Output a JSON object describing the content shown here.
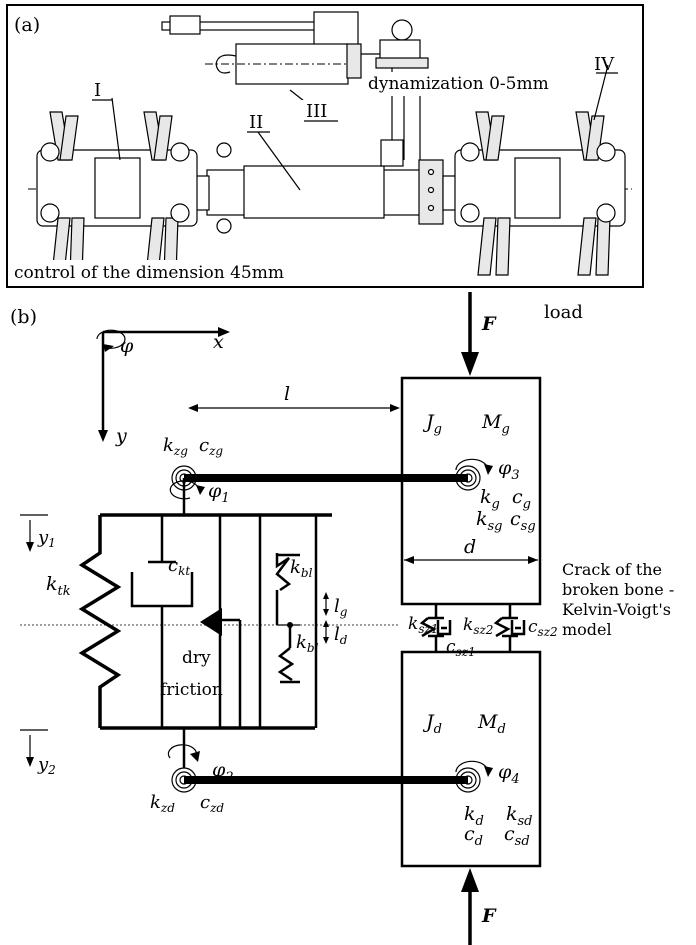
{
  "panel_a": {
    "label": "(a)",
    "part_labels": [
      "I",
      "II",
      "III",
      "IV"
    ],
    "dynamization": "dynamization 0-5mm",
    "control": "control of the dimension 45mm"
  },
  "panel_b": {
    "label": "(b)",
    "load": "load",
    "force_top": "F",
    "force_bottom": "F",
    "axes": {
      "phi": "φ",
      "x": "x",
      "y": "y"
    },
    "length_l": "l",
    "width_d": "d",
    "kzg": {
      "k": "k",
      "sub": "zg"
    },
    "czg": {
      "k": "c",
      "sub": "zg"
    },
    "phi1": {
      "k": "φ",
      "sub": "1"
    },
    "phi2": {
      "k": "φ",
      "sub": "2"
    },
    "phi3": {
      "k": "φ",
      "sub": "3"
    },
    "phi4": {
      "k": "φ",
      "sub": "4"
    },
    "y1": {
      "k": "y",
      "sub": "1"
    },
    "y2": {
      "k": "y",
      "sub": "2"
    },
    "ktk": {
      "k": "k",
      "sub": "tk"
    },
    "ckt": {
      "k": "c",
      "sub": "kt"
    },
    "dry_friction": [
      "dry",
      "friction"
    ],
    "kbl_top": {
      "k": "k",
      "sub": "bl"
    },
    "kbl_bottom": {
      "k": "k",
      "sub": "bl"
    },
    "lg": {
      "k": "l",
      "sub": "g"
    },
    "ld": {
      "k": "l",
      "sub": "d"
    },
    "Jg": {
      "k": "J",
      "sub": "g"
    },
    "Mg": {
      "k": "M",
      "sub": "g"
    },
    "kg": {
      "k": "k",
      "sub": "g"
    },
    "cg": {
      "k": "c",
      "sub": "g"
    },
    "ksg": {
      "k": "k",
      "sub": "sg"
    },
    "csg": {
      "k": "c",
      "sub": "sg"
    },
    "Jd": {
      "k": "J",
      "sub": "d"
    },
    "Md": {
      "k": "M",
      "sub": "d"
    },
    "kd": {
      "k": "k",
      "sub": "d"
    },
    "ksd": {
      "k": "k",
      "sub": "sd"
    },
    "cd": {
      "k": "c",
      "sub": "d"
    },
    "csd": {
      "k": "c",
      "sub": "sd"
    },
    "ksz1": {
      "k": "k",
      "sub": "sz1"
    },
    "csz1": {
      "k": "c",
      "sub": "sz1"
    },
    "ksz2": {
      "k": "k",
      "sub": "sz2"
    },
    "csz2": {
      "k": "c",
      "sub": "sz2"
    },
    "kzd": {
      "k": "k",
      "sub": "zd"
    },
    "czd": {
      "k": "c",
      "sub": "zd"
    },
    "crack_caption": [
      "Crack of the",
      "broken bone -",
      "Kelvin-Voigt's",
      "model"
    ]
  }
}
